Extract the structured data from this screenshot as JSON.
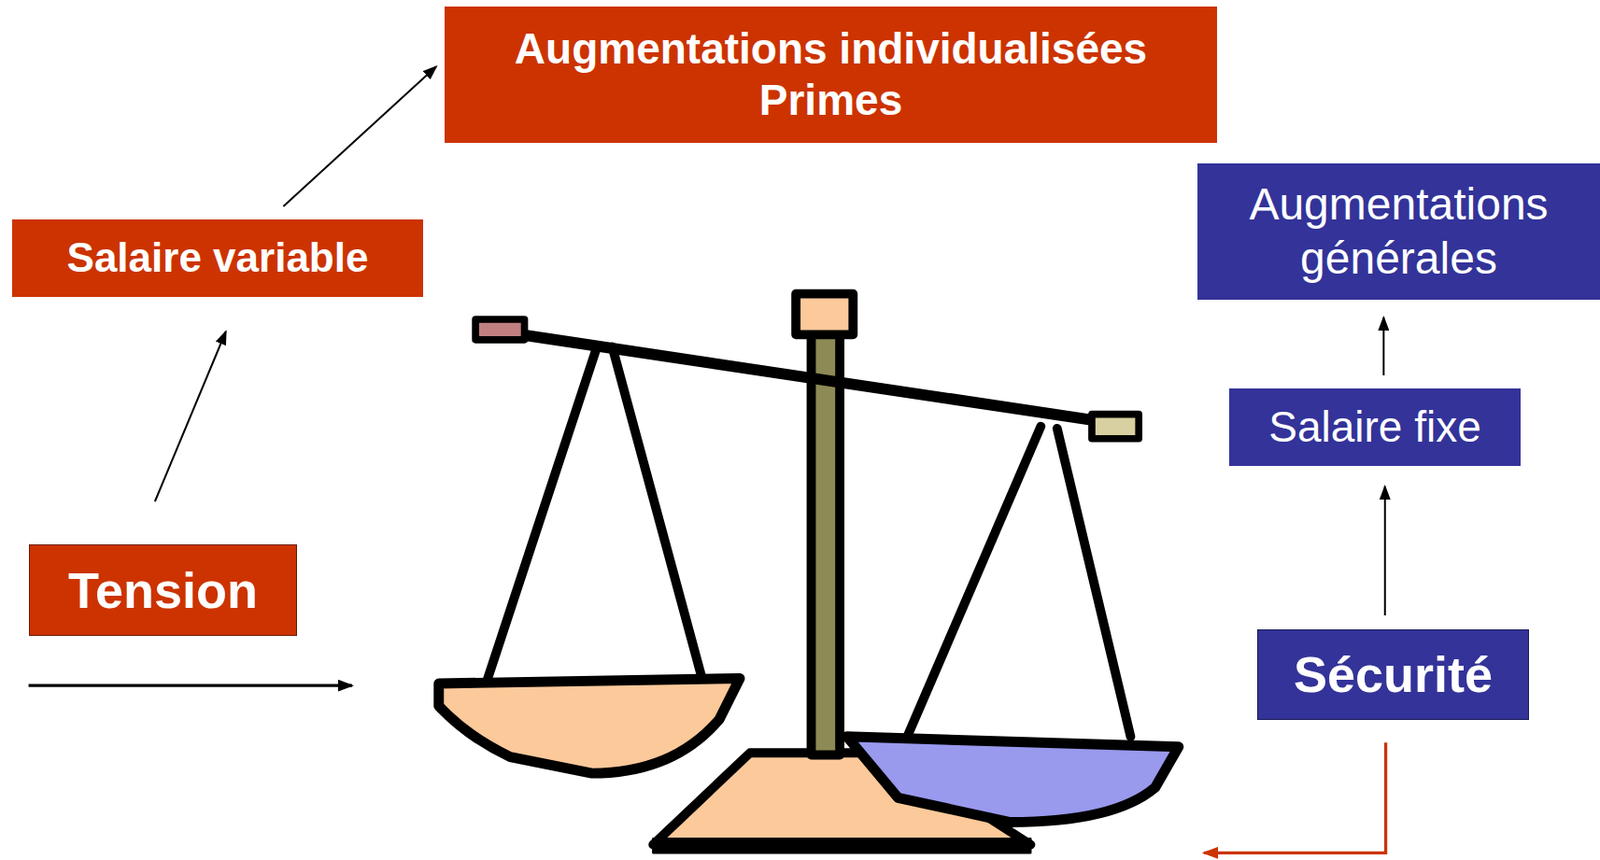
{
  "diagram": {
    "nodes": [
      {
        "text": [
          "Augmentations individualisées Primes"
        ]
      },
      {
        "text": [
          "Augmentations générales"
        ]
      },
      {
        "text": [
          "Salaire variable"
        ]
      },
      {
        "text": [
          "Salaire fixe"
        ]
      },
      {
        "text": [
          "Tension"
        ]
      },
      {
        "text": [
          "Sécurité"
        ]
      }
    ],
    "edges": [
      {
        "from": 4,
        "to": 2,
        "arrow": "to"
      },
      {
        "from": 2,
        "to": 0,
        "arrow": "to"
      },
      {
        "from": 5,
        "to": 3,
        "arrow": "to"
      },
      {
        "from": 3,
        "to": 1,
        "arrow": "to"
      }
    ]
  }
}
